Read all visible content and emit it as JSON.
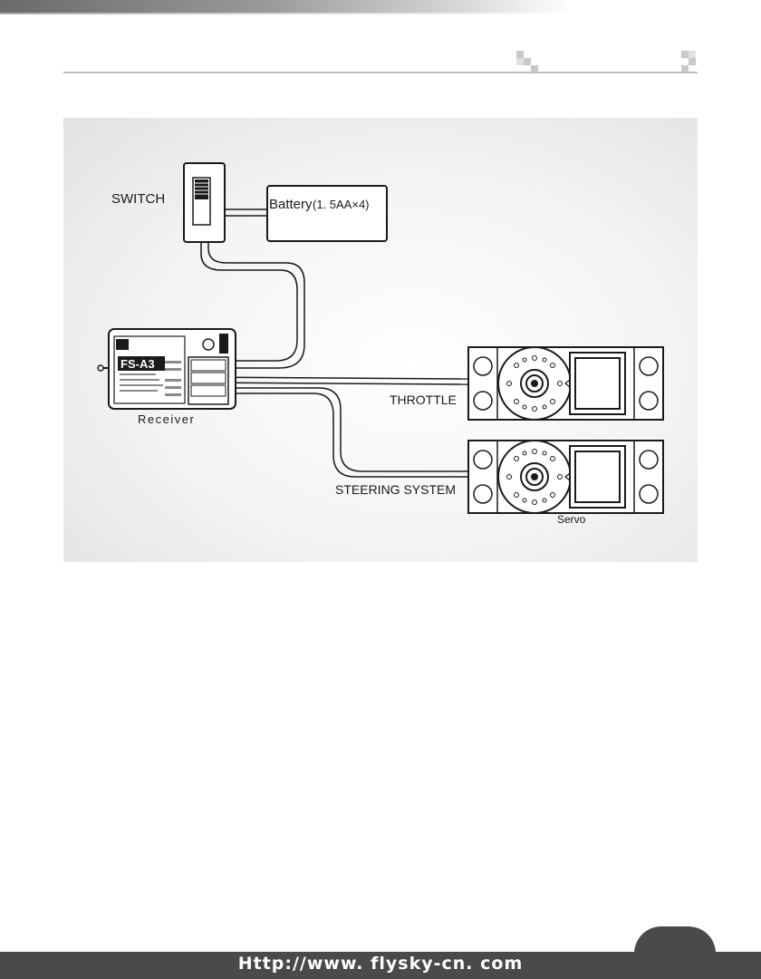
{
  "diagram": {
    "switch_label": "SWITCH",
    "battery_label": "Battery",
    "battery_spec": "(1. 5AA×4)",
    "receiver_label": "Receiver",
    "receiver_model": "FS-A3",
    "throttle_label": "THROTTLE",
    "steering_label": "STEERING SYSTEM",
    "servo_label": "Servo"
  },
  "footer": {
    "url": "Http://www. flysky-cn. com"
  },
  "colors": {
    "footer_bg": "#4a4a4a",
    "panel_bg": "#eeeeee",
    "line": "#1a1a1a"
  }
}
